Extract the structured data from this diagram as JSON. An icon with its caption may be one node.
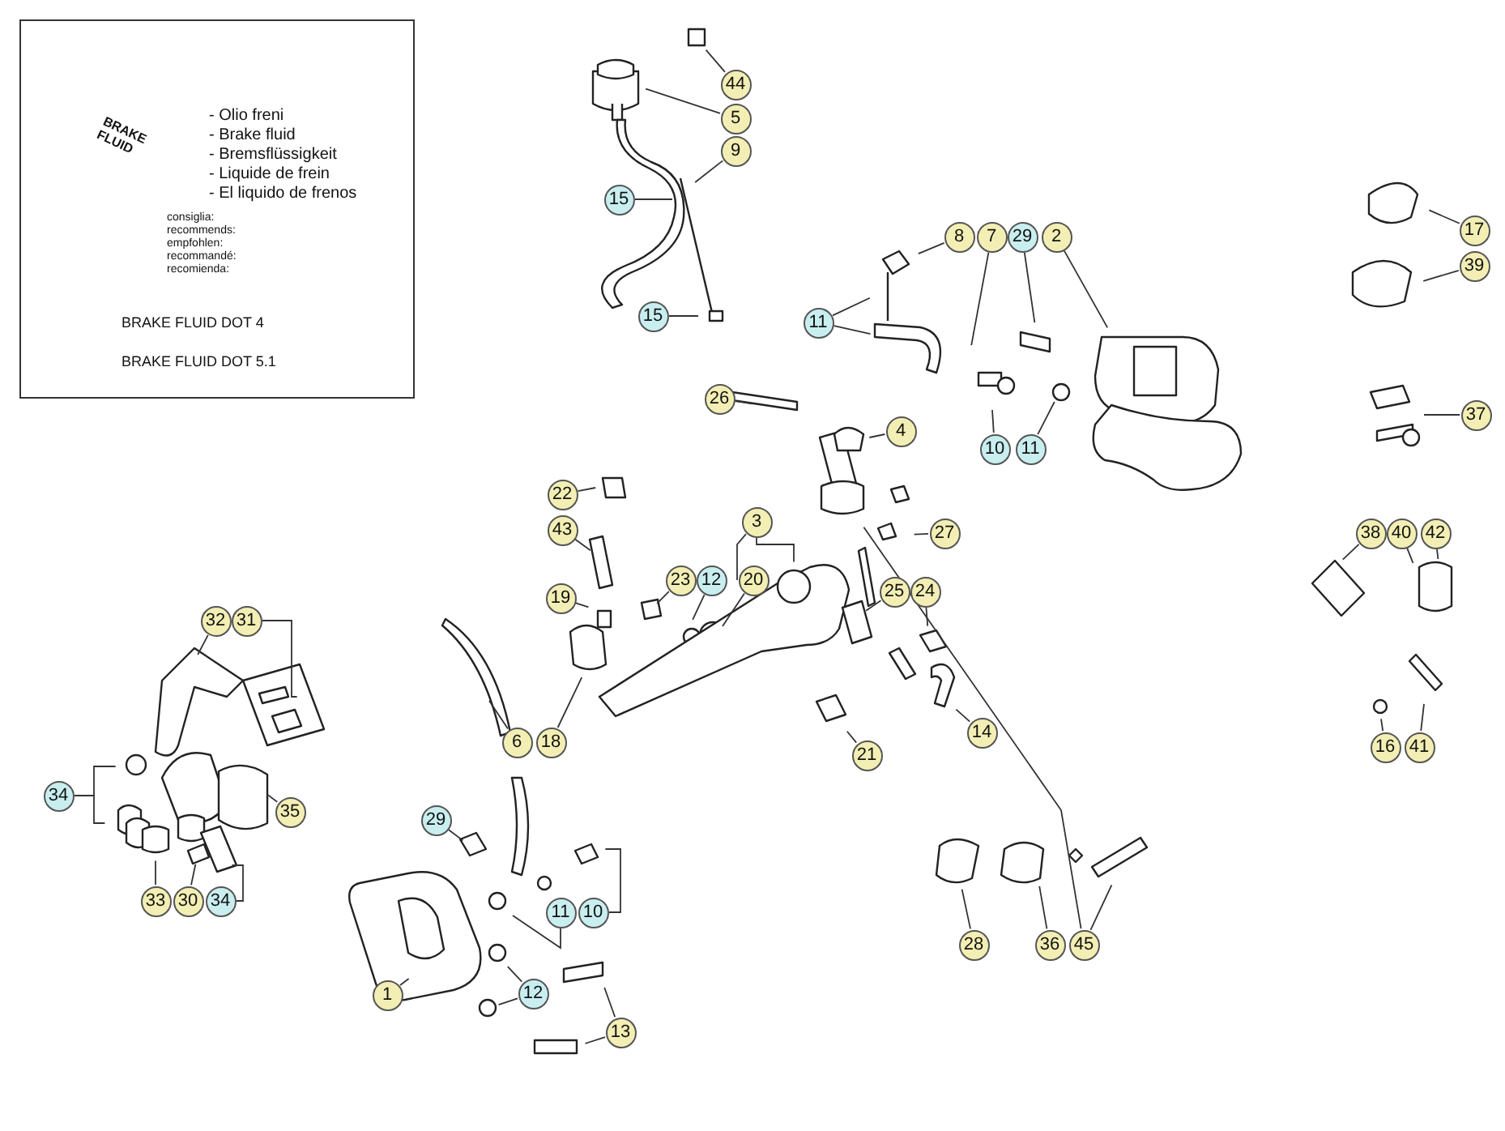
{
  "diagram": {
    "nodes": [
      {
        "text": [
          "BRAKE FLUID",
          "- Olio freni",
          "- Brake fluid",
          "- Bremsflüssigkeit",
          "- Liquide de frein",
          "- El liquido de frenos",
          "consiglia:",
          "recommends:",
          "empfohlen:",
          "recommandé:",
          "recomienda:",
          "BRAKE FLUID DOT 4",
          "BRAKE FLUID DOT 5.1"
        ]
      },
      {
        "text": [
          "44"
        ]
      },
      {
        "text": [
          "5"
        ]
      },
      {
        "text": [
          "9"
        ]
      },
      {
        "text": [
          "15"
        ]
      },
      {
        "text": [
          "15"
        ]
      },
      {
        "text": [
          "8"
        ]
      },
      {
        "text": [
          "7"
        ]
      },
      {
        "text": [
          "29"
        ]
      },
      {
        "text": [
          "2"
        ]
      },
      {
        "text": [
          "11"
        ]
      },
      {
        "text": [
          "26"
        ]
      },
      {
        "text": [
          "4"
        ]
      },
      {
        "text": [
          "10"
        ]
      },
      {
        "text": [
          "11"
        ]
      },
      {
        "text": [
          "22"
        ]
      },
      {
        "text": [
          "27"
        ]
      },
      {
        "text": [
          "43"
        ]
      },
      {
        "text": [
          "3"
        ]
      },
      {
        "text": [
          "23"
        ]
      },
      {
        "text": [
          "12"
        ]
      },
      {
        "text": [
          "20"
        ]
      },
      {
        "text": [
          "25"
        ]
      },
      {
        "text": [
          "24"
        ]
      },
      {
        "text": [
          "19"
        ]
      },
      {
        "text": [
          "17"
        ]
      },
      {
        "text": [
          "39"
        ]
      },
      {
        "text": [
          "37"
        ]
      },
      {
        "text": [
          "38"
        ]
      },
      {
        "text": [
          "40"
        ]
      },
      {
        "text": [
          "42"
        ]
      },
      {
        "text": [
          "16"
        ]
      },
      {
        "text": [
          "41"
        ]
      },
      {
        "text": [
          "6"
        ]
      },
      {
        "text": [
          "18"
        ]
      },
      {
        "text": [
          "14"
        ]
      },
      {
        "text": [
          "21"
        ]
      },
      {
        "text": [
          "32"
        ]
      },
      {
        "text": [
          "31"
        ]
      },
      {
        "text": [
          "34"
        ]
      },
      {
        "text": [
          "35"
        ]
      },
      {
        "text": [
          "33"
        ]
      },
      {
        "text": [
          "30"
        ]
      },
      {
        "text": [
          "34"
        ]
      },
      {
        "text": [
          "29"
        ]
      },
      {
        "text": [
          "11"
        ]
      },
      {
        "text": [
          "10"
        ]
      },
      {
        "text": [
          "1"
        ]
      },
      {
        "text": [
          "12"
        ]
      },
      {
        "text": [
          "13"
        ]
      },
      {
        "text": [
          "28"
        ]
      },
      {
        "text": [
          "36"
        ]
      },
      {
        "text": [
          "45"
        ]
      }
    ],
    "edges": [
      {
        "from": 1,
        "to": null,
        "arrow": "none"
      },
      {
        "from": 2,
        "to": null,
        "arrow": "none"
      },
      {
        "from": 3,
        "to": null,
        "arrow": "none"
      },
      {
        "from": 4,
        "to": null,
        "arrow": "none"
      },
      {
        "from": 5,
        "to": null,
        "arrow": "none"
      },
      {
        "from": 6,
        "to": null,
        "arrow": "none"
      },
      {
        "from": 7,
        "to": null,
        "arrow": "none"
      },
      {
        "from": 8,
        "to": null,
        "arrow": "none"
      },
      {
        "from": 9,
        "to": null,
        "arrow": "none"
      },
      {
        "from": 10,
        "to": null,
        "arrow": "none"
      },
      {
        "from": 10,
        "to": null,
        "arrow": "none"
      },
      {
        "from": 11,
        "to": null,
        "arrow": "none"
      },
      {
        "from": 12,
        "to": null,
        "arrow": "none"
      },
      {
        "from": 13,
        "to": null,
        "arrow": "none"
      },
      {
        "from": 14,
        "to": null,
        "arrow": "none"
      },
      {
        "from": 15,
        "to": null,
        "arrow": "none"
      },
      {
        "from": 16,
        "to": null,
        "arrow": "none"
      },
      {
        "from": 17,
        "to": null,
        "arrow": "none"
      },
      {
        "from": 18,
        "to": null,
        "arrow": "none"
      },
      {
        "from": 19,
        "to": null,
        "arrow": "none"
      },
      {
        "from": 20,
        "to": null,
        "arrow": "none"
      },
      {
        "from": 21,
        "to": null,
        "arrow": "none"
      },
      {
        "from": 22,
        "to": null,
        "arrow": "none"
      },
      {
        "from": 23,
        "to": null,
        "arrow": "none"
      },
      {
        "from": 24,
        "to": null,
        "arrow": "none"
      },
      {
        "from": 25,
        "to": null,
        "arrow": "none"
      },
      {
        "from": 26,
        "to": null,
        "arrow": "none"
      },
      {
        "from": 27,
        "to": null,
        "arrow": "none"
      },
      {
        "from": 28,
        "to": null,
        "arrow": "none"
      },
      {
        "from": 29,
        "to": null,
        "arrow": "none"
      },
      {
        "from": 30,
        "to": null,
        "arrow": "none"
      },
      {
        "from": 31,
        "to": null,
        "arrow": "none"
      },
      {
        "from": 32,
        "to": null,
        "arrow": "none"
      },
      {
        "from": 33,
        "to": null,
        "arrow": "none"
      },
      {
        "from": 34,
        "to": null,
        "arrow": "none"
      },
      {
        "from": 35,
        "to": null,
        "arrow": "none"
      },
      {
        "from": 36,
        "to": null,
        "arrow": "none"
      },
      {
        "from": 37,
        "to": null,
        "arrow": "none"
      },
      {
        "from": 38,
        "to": null,
        "arrow": "none"
      },
      {
        "from": 39,
        "to": null,
        "arrow": "none"
      },
      {
        "from": 39,
        "to": null,
        "arrow": "none"
      },
      {
        "from": 40,
        "to": null,
        "arrow": "none"
      },
      {
        "from": 41,
        "to": null,
        "arrow": "none"
      },
      {
        "from": 42,
        "to": null,
        "arrow": "none"
      },
      {
        "from": 43,
        "to": null,
        "arrow": "none"
      },
      {
        "from": 44,
        "to": null,
        "arrow": "none"
      },
      {
        "from": 45,
        "to": null,
        "arrow": "none"
      },
      {
        "from": 46,
        "to": null,
        "arrow": "none"
      },
      {
        "from": 47,
        "to": null,
        "arrow": "none"
      },
      {
        "from": 48,
        "to": null,
        "arrow": "none"
      },
      {
        "from": 48,
        "to": null,
        "arrow": "none"
      },
      {
        "from": 49,
        "to": null,
        "arrow": "none"
      },
      {
        "from": 49,
        "to": null,
        "arrow": "none"
      },
      {
        "from": 50,
        "to": null,
        "arrow": "none"
      },
      {
        "from": 51,
        "to": null,
        "arrow": "none"
      },
      {
        "from": 52,
        "to": null,
        "arrow": "none"
      },
      {
        "from": 52,
        "to": null,
        "arrow": "none"
      },
      {
        "from": 18,
        "to": 21,
        "arrow": "none"
      }
    ]
  }
}
